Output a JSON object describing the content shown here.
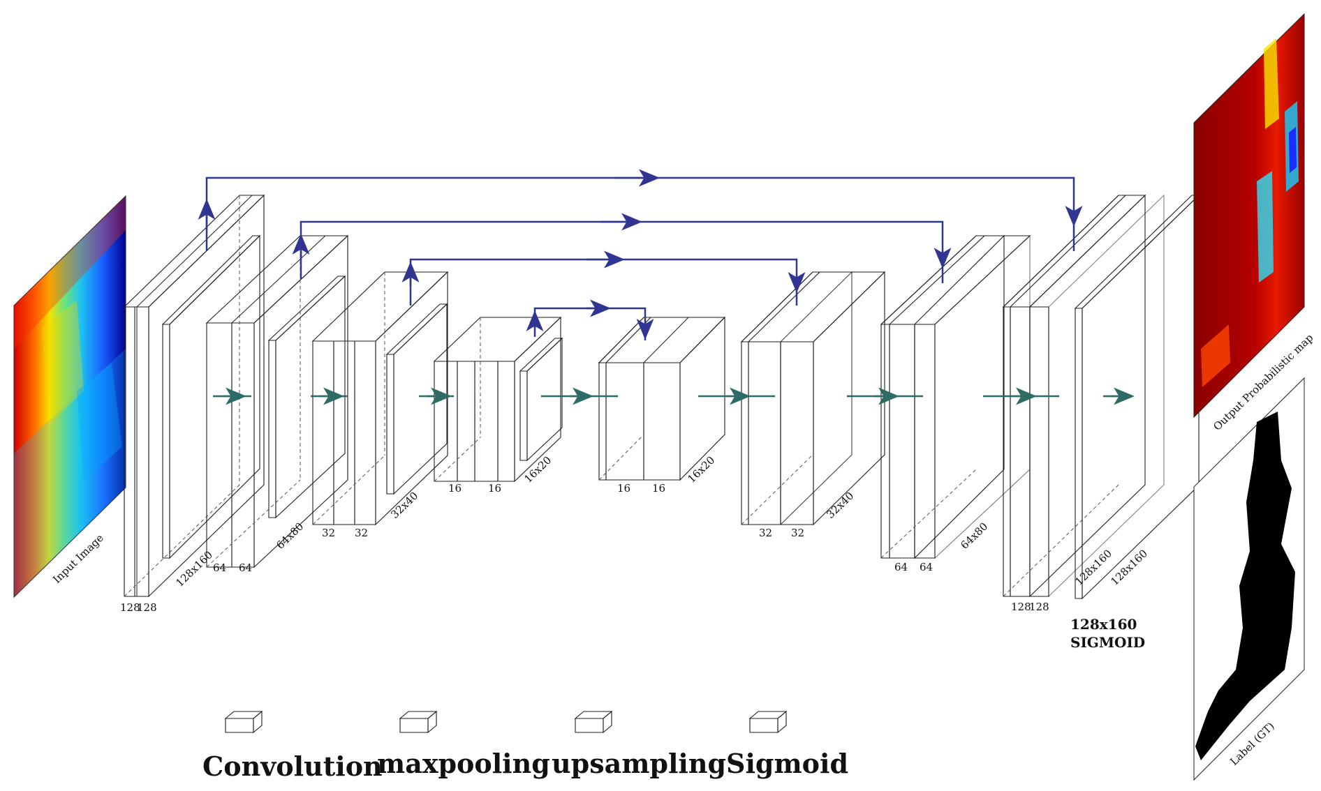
{
  "images": {
    "input_label": "Input Image",
    "output_label": "Output Probabilistic map",
    "gt_label": "Label (GT)"
  },
  "colors": {
    "conv_light": "#fbe3b4",
    "conv_dark": "#f2b877",
    "maxpool": "#d8442a",
    "upsample": "#5b8fc6",
    "sigmoid": "#b97fc0",
    "skip_arrow": "#2f3590",
    "flow_arrow": "#2f6b66"
  },
  "encoder": {
    "b1": {
      "c1": "128",
      "c2": "128",
      "size": "128x160"
    },
    "b2": {
      "c1": "64",
      "c2": "64",
      "size": "64x80"
    },
    "b3": {
      "c1": "32",
      "c2": "32",
      "size": "32x40"
    },
    "b4": {
      "c1": "16",
      "c2": "16",
      "size": "16x20"
    }
  },
  "decoder": {
    "d1": {
      "c1": "16",
      "c2": "16",
      "size": "16x20"
    },
    "d2": {
      "c1": "32",
      "c2": "32",
      "size": "32x40"
    },
    "d3": {
      "c1": "64",
      "c2": "64",
      "size": "64x80"
    },
    "d4": {
      "c1": "128",
      "c2": "128",
      "size": "128x160"
    },
    "sig_size": "128x160"
  },
  "sigmoid_block": {
    "line1": "128x160",
    "line2": "SIGMOID"
  },
  "legend": [
    {
      "label": "Convolution",
      "icon": "conv-box-icon"
    },
    {
      "label": "maxpooling",
      "icon": "maxpool-box-icon"
    },
    {
      "label": "upsampling",
      "icon": "upsample-box-icon"
    },
    {
      "label": "Sigmoid",
      "icon": "sigmoid-box-icon"
    }
  ]
}
